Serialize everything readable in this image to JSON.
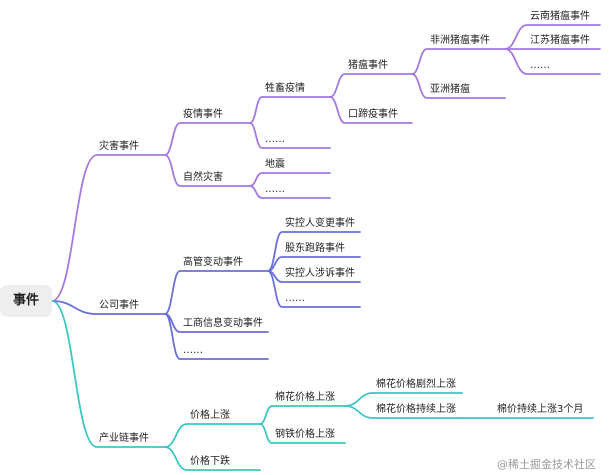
{
  "mindmap": {
    "root": "事件",
    "branches": {
      "disaster": {
        "label": "灾害事件",
        "epidemic": {
          "label": "疫情事件",
          "livestock": {
            "label": "牲畜疫情",
            "swine_fever": {
              "label": "猪瘟事件",
              "african": {
                "label": "非洲猪瘟事件",
                "items": [
                  "云南猪瘟事件",
                  "江苏猪瘟事件",
                  "……"
                ]
              },
              "asian": "亚洲猪瘟"
            },
            "fmd": "口蹄疫事件"
          },
          "more": "……"
        },
        "natural": {
          "label": "自然灾害",
          "items": [
            "地震",
            "……"
          ]
        }
      },
      "company": {
        "label": "公司事件",
        "exec": {
          "label": "高管变动事件",
          "items": [
            "实控人变更事件",
            "股东跑路事件",
            "实控人涉诉事件",
            "……"
          ]
        },
        "business_info": "工商信息变动事件",
        "more": "……"
      },
      "industry": {
        "label": "产业链事件",
        "price_up": {
          "label": "价格上涨",
          "cotton": {
            "label": "棉花价格上涨",
            "sharp": "棉花价格剧烈上涨",
            "sustained": {
              "label": "棉花价格持续上涨",
              "child": "棉价持续上涨3个月"
            }
          },
          "steel": "钢铁价格上涨"
        },
        "price_down": "价格下跌"
      }
    },
    "colors": {
      "disaster": "#a479e0",
      "company": "#6b6fd8",
      "industry": "#3cc7c2"
    }
  },
  "watermark": "@稀土掘金技术社区"
}
